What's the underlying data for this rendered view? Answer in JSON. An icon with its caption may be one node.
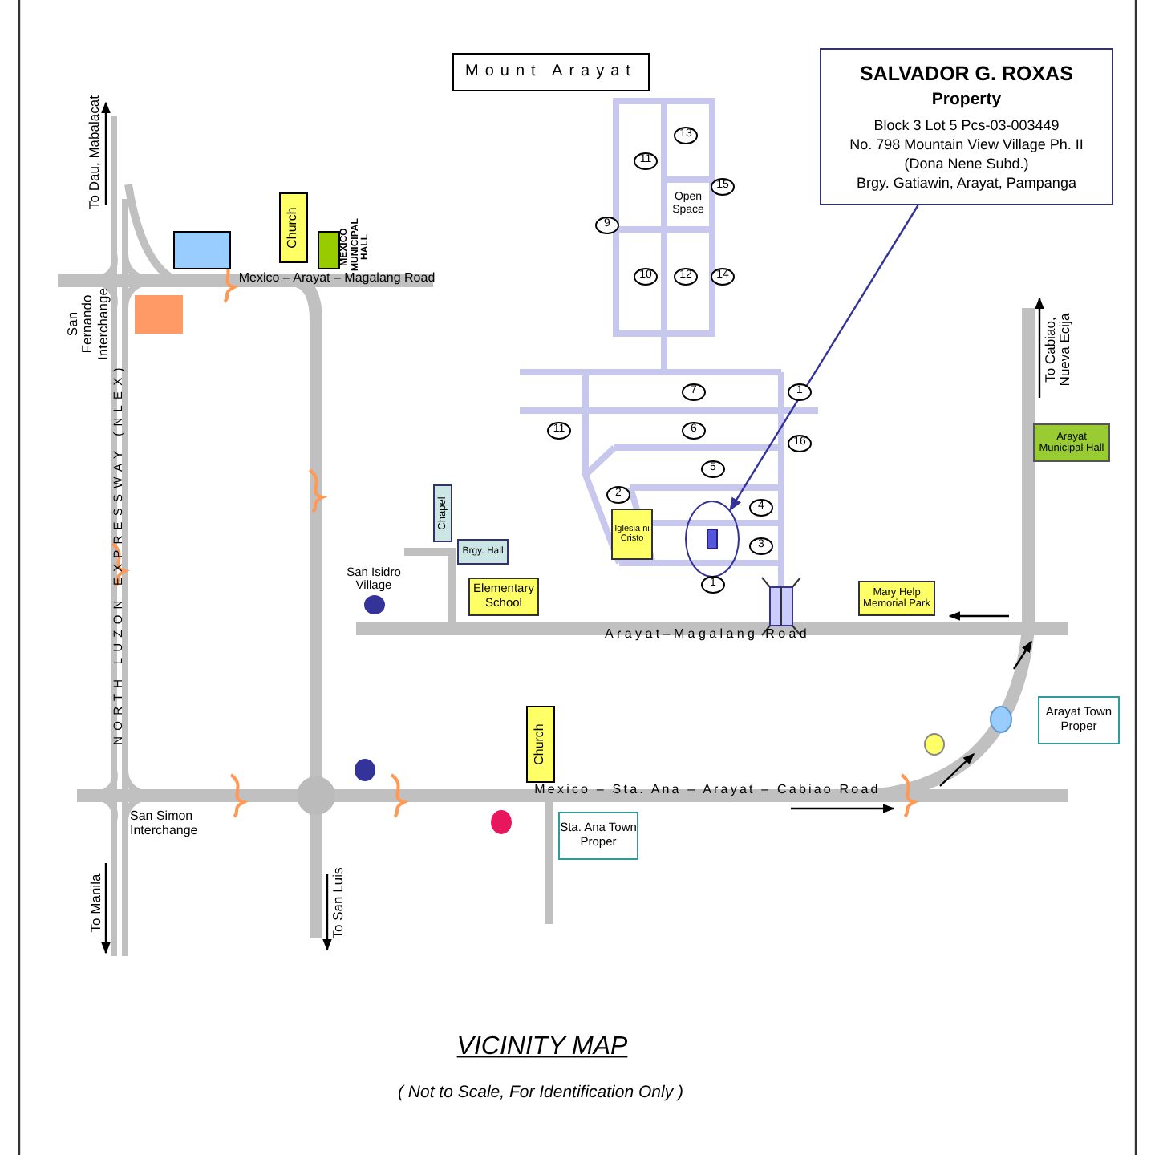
{
  "diagram": {
    "title": "VICINITY MAP",
    "caption": "( Not to Scale, For Identification Only )",
    "nodes": [
      {
        "text": [
          "Mount Arayat"
        ]
      },
      {
        "text": [
          "SALVADOR G. ROXAS",
          "Property",
          "Block 3 Lot 5 Pcs-03-003449",
          "No. 798 Mountain View Village Ph. II",
          "(Dona Nene Subd.)",
          "Brgy. Gatiawin, Arayat, Pampanga"
        ]
      },
      {
        "text": [],
        "shape": "box"
      },
      {
        "text": [
          "Church"
        ]
      },
      {
        "text": [],
        "shape": "box",
        "beside": [
          "MEXICO MUNICIPAL HALL"
        ]
      },
      {
        "text": [],
        "shape": "box"
      },
      {
        "text": [
          "Arayat Municipal Hall"
        ]
      },
      {
        "text": [
          "Chapel"
        ]
      },
      {
        "text": [
          "Brgy. Hall"
        ]
      },
      {
        "text": [
          "Iglesia ni Cristo"
        ]
      },
      {
        "text": [],
        "shape": "circle"
      },
      {
        "text": [],
        "shape": "circle",
        "beside": [
          "San Isidro Village"
        ]
      },
      {
        "text": [
          "Elementary School"
        ]
      },
      {
        "text": [
          "Mary Help Memorial Park"
        ]
      },
      {
        "text": [],
        "shape": "circle"
      },
      {
        "text": [
          "Arayat Town Proper"
        ]
      },
      {
        "text": [],
        "shape": "circle"
      },
      {
        "text": [],
        "shape": "circle"
      },
      {
        "text": [
          "Church"
        ]
      },
      {
        "text": [],
        "shape": "circle"
      },
      {
        "text": [
          "Sta. Ana Town Proper"
        ]
      }
    ],
    "edges": [
      {
        "from": 1,
        "to": 10,
        "arrow": "to"
      }
    ],
    "labels": [
      "To Dau, Mabalacat",
      "Mexico – Arayat – Magalang Road",
      "San Fernando Interchange",
      "13",
      "11",
      "15",
      "Open Space",
      "9",
      "10",
      "12",
      "14",
      "To Cabiao, Nueva Ecija",
      "7",
      "1",
      "11",
      "6",
      "16",
      "5",
      "2",
      "4",
      "3",
      "1",
      "NORTH LUZON EXPRESSWAY (NLEX)",
      "Arayat–Magalang Road",
      "Mexico – Sta. Ana – Arayat – Cabiao Road",
      "San Simon Interchange",
      "To Manila",
      "To San Luis"
    ]
  }
}
